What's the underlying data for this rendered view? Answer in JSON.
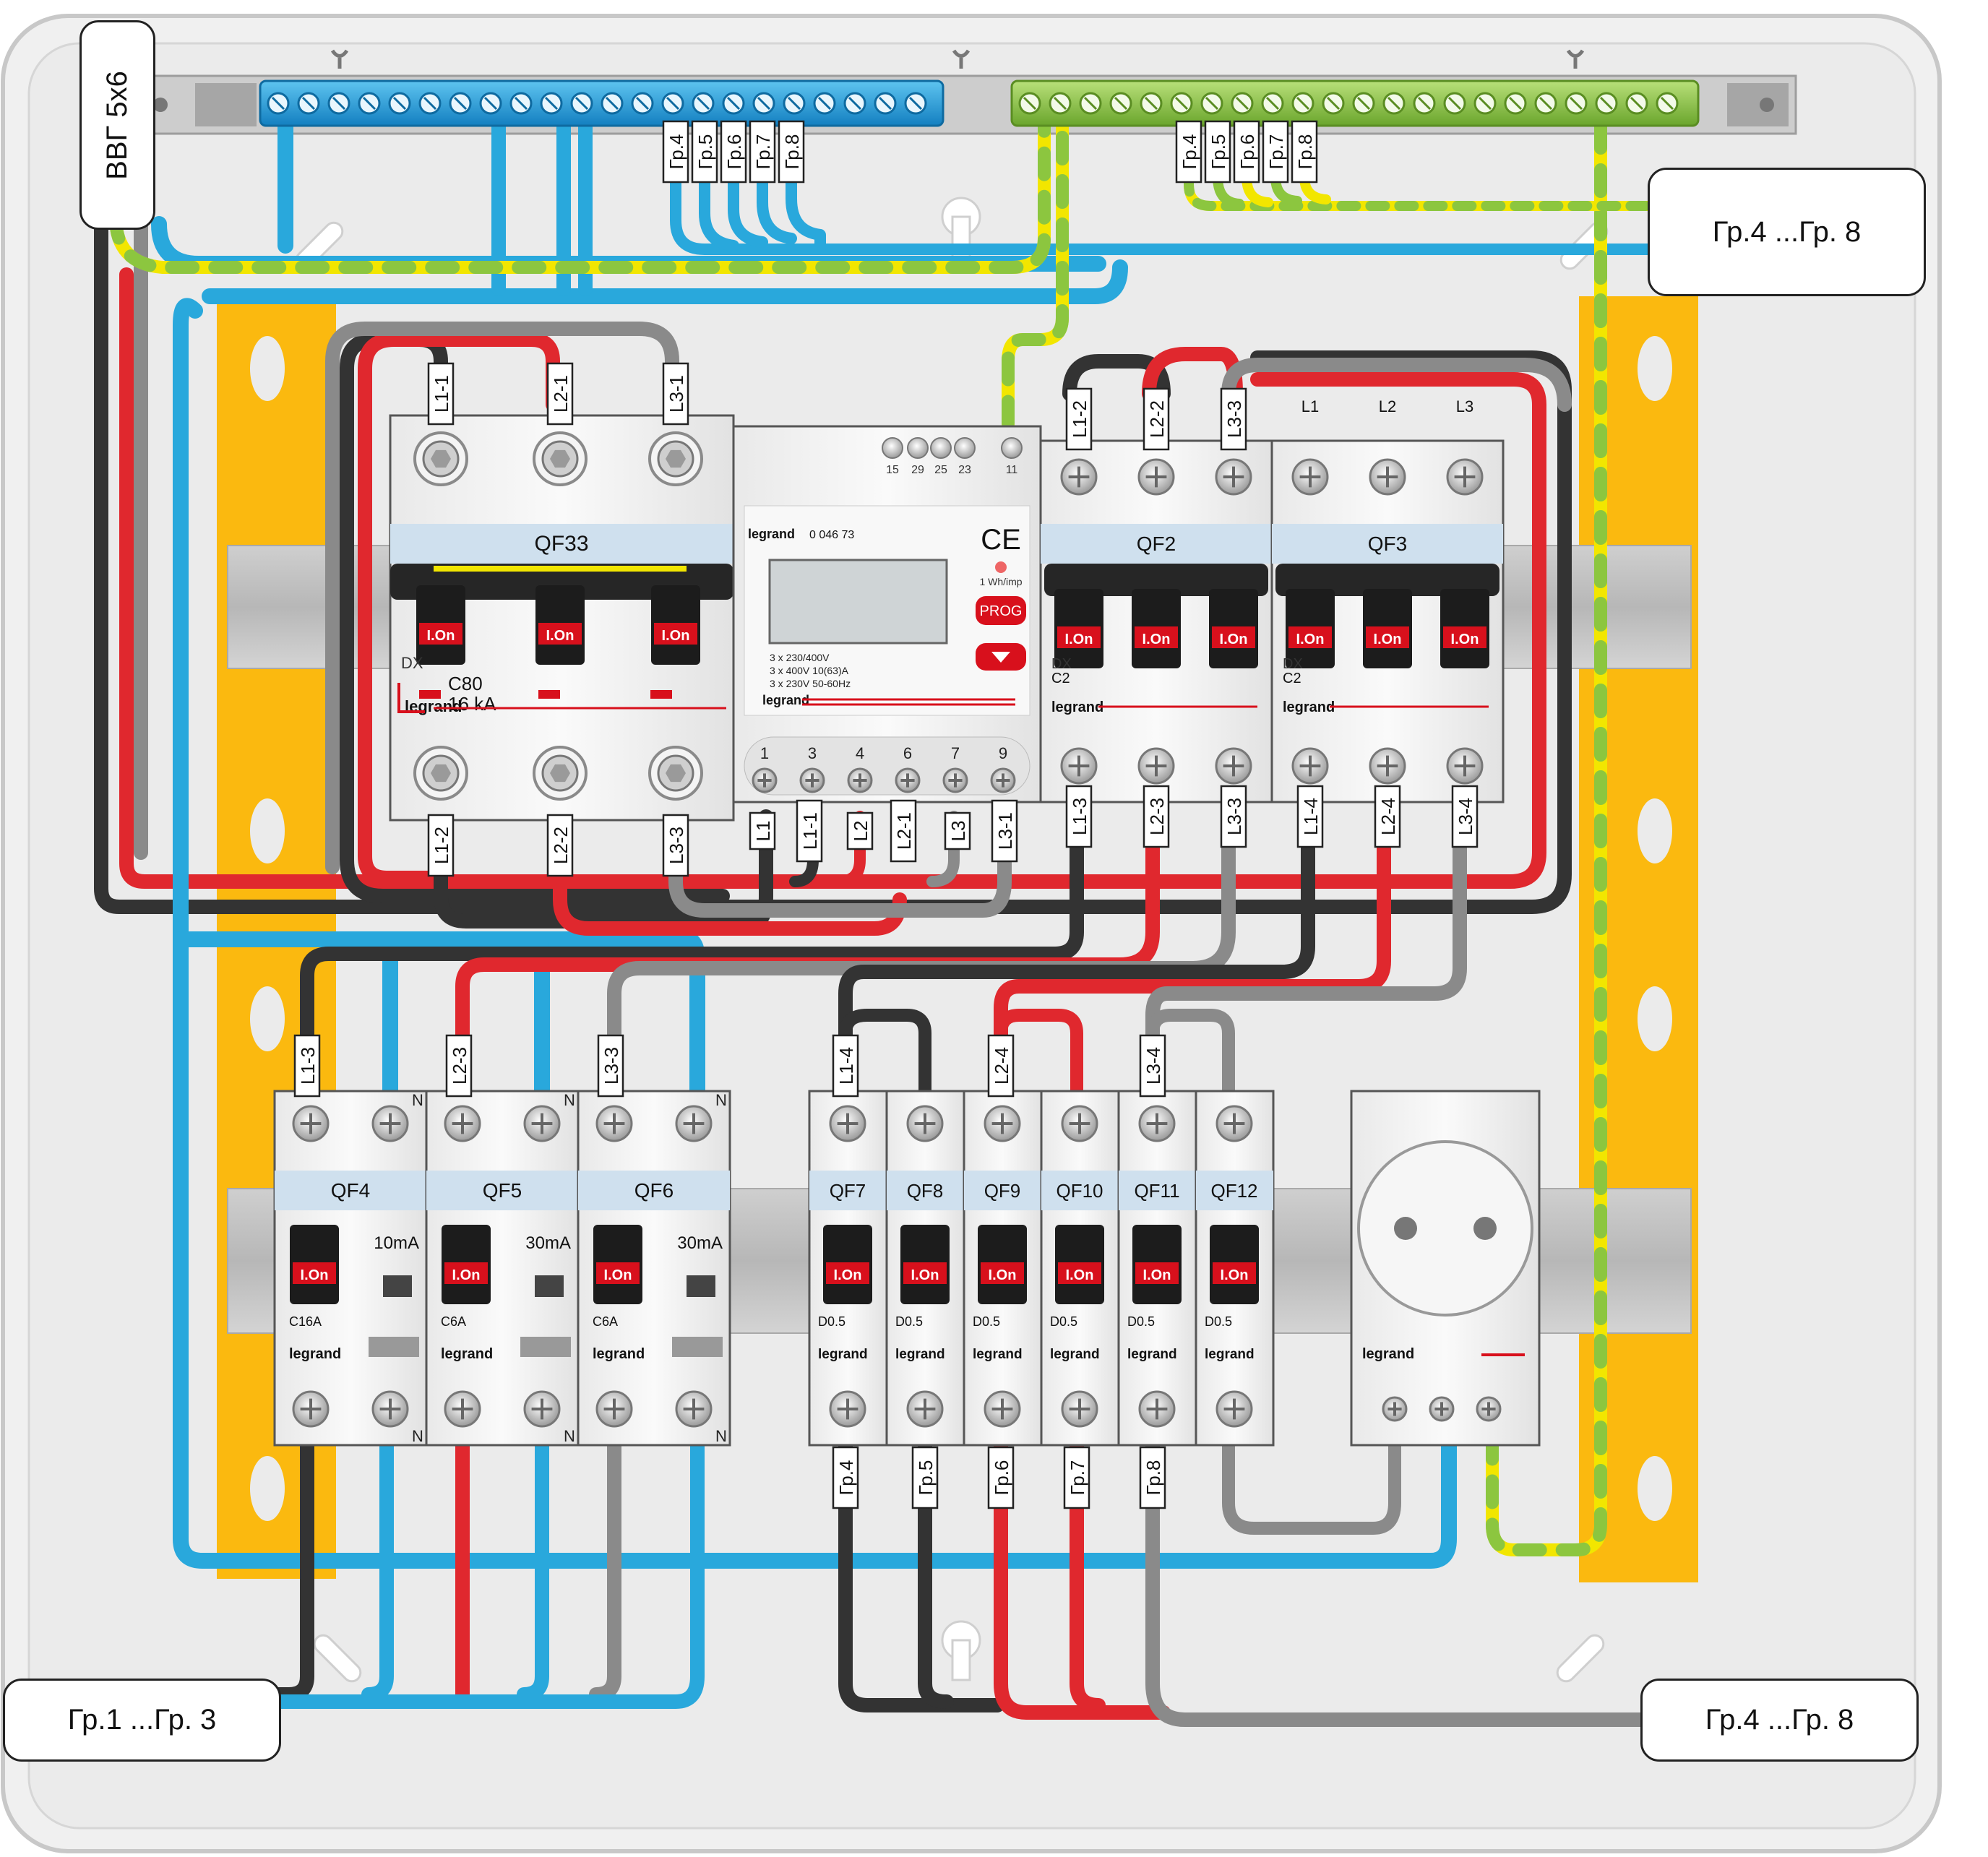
{
  "callouts": {
    "cable": "ВВГ 5х6",
    "top_right": "Гр.4 ...Гр. 8",
    "bottom_left": "Гр.1 ...Гр. 3",
    "bottom_right": "Гр.4 ...Гр. 8"
  },
  "colors": {
    "neutral": "#29a8dc",
    "earth_green": "#8cc63f",
    "earth_yellow": "#f2e600",
    "phase_black": "#2b2b2b",
    "phase_red": "#e0282e",
    "phase_grey": "#8a8a8a",
    "rail_support": "#fbb90f",
    "brand_red": "#d8101c"
  },
  "busbar": {
    "neutral_tags": [
      "Гр.4",
      "Гр.5",
      "Гр.6",
      "Гр.7",
      "Гр.8"
    ],
    "earth_tags": [
      "Гр.4",
      "Гр.5",
      "Гр.6",
      "Гр.7",
      "Гр.8"
    ]
  },
  "row1": {
    "qf33": {
      "name": "QF33",
      "rating": "C80",
      "breaking": "16 kA",
      "brand": "legrand",
      "series": "DX",
      "top_tags": [
        "L1-1",
        "L2-1",
        "L3-1"
      ],
      "bottom_tags": [
        "L1-2",
        "L2-2",
        "L3-3"
      ],
      "toggles": [
        "I.On",
        "I.On",
        "I.On"
      ]
    },
    "meter": {
      "brand": "legrand",
      "code": "0 046 73",
      "top_terms": [
        "15",
        "29",
        "25",
        "23",
        "11"
      ],
      "bottom_terms": [
        "1",
        "3",
        "4",
        "6",
        "7",
        "9"
      ],
      "spec_lines": [
        "3 x 230/400V",
        "3 x 400V   10(63)A",
        "3 x 230V   50-60Hz"
      ],
      "imp": "1 Wh/imp",
      "prog": "PROG",
      "out_tags": [
        "L1",
        "L1-1",
        "L2",
        "L2-1",
        "L3",
        "L3-1"
      ]
    },
    "qf2": {
      "name": "QF2",
      "rating": "C2",
      "brand": "legrand",
      "series": "DX",
      "top_tags": [
        "L1-2",
        "L2-2",
        "L3-3"
      ],
      "bottom_tags": [
        "L1-3",
        "L2-3",
        "L3-3"
      ],
      "toggles": [
        "I.On",
        "I.On",
        "I.On"
      ]
    },
    "qf3": {
      "name": "QF3",
      "rating": "C2",
      "brand": "legrand",
      "series": "DX",
      "top_tags": [
        "L1",
        "L2",
        "L3"
      ],
      "bottom_tags": [
        "L1-4",
        "L2-4",
        "L3-4"
      ],
      "toggles": [
        "I.On",
        "I.On",
        "I.On"
      ]
    }
  },
  "row2": {
    "rcbos": [
      {
        "name": "QF4",
        "rating": "C16A",
        "leak": "10mA",
        "tag": "L1-3",
        "toggle": "I.On",
        "n": "N"
      },
      {
        "name": "QF5",
        "rating": "C6A",
        "leak": "30mA",
        "tag": "L2-3",
        "toggle": "I.On",
        "n": "N"
      },
      {
        "name": "QF6",
        "rating": "C6A",
        "leak": "30mA",
        "tag": "L3-3",
        "toggle": "I.On",
        "n": "N"
      }
    ],
    "mcbs": [
      {
        "name": "QF7",
        "rating": "D0.5",
        "toggle": "I.On"
      },
      {
        "name": "QF8",
        "rating": "D0.5",
        "toggle": "I.On"
      },
      {
        "name": "QF9",
        "rating": "D0.5",
        "toggle": "I.On"
      },
      {
        "name": "QF10",
        "rating": "D0.5",
        "toggle": "I.On"
      },
      {
        "name": "QF11",
        "rating": "D0.5",
        "toggle": "I.On"
      },
      {
        "name": "QF12",
        "rating": "D0.5",
        "toggle": "I.On"
      }
    ],
    "mcb_top_tags": [
      "L1-4",
      "L2-4",
      "L3-4"
    ],
    "mcb_bottom_tags": [
      "Гр.4",
      "Гр.5",
      "Гр.6",
      "Гр.7",
      "Гр.8"
    ],
    "socket": {
      "brand": "legrand"
    }
  }
}
